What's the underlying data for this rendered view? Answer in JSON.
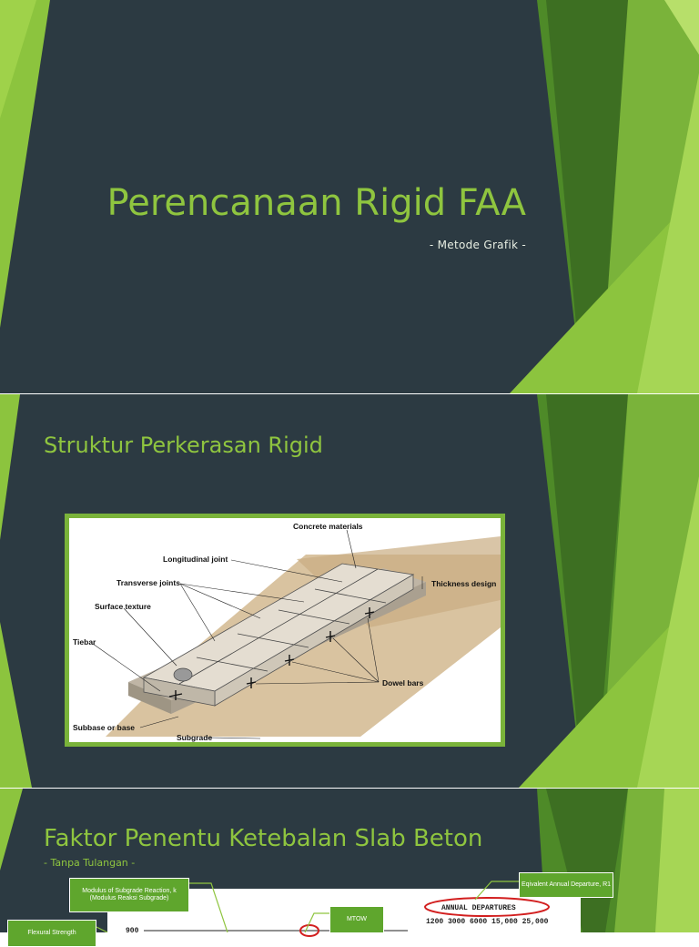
{
  "slides": [
    {
      "title": "Perencanaan Rigid FAA",
      "subtitle": "- Metode Grafik -"
    },
    {
      "title": "Struktur Perkerasan Rigid",
      "figure": {
        "labels": {
          "concrete": "Concrete materials",
          "longitudinal": "Longitudinal joint",
          "transverse": "Transverse joints",
          "thickness": "Thickness design",
          "surface": "Surface texture",
          "tiebar": "Tiebar",
          "dowel": "Dowel bars",
          "subbase": "Subbase or base",
          "subgrade": "Subgrade"
        }
      }
    },
    {
      "title": "Faktor Penentu Ketebalan Slab Beton",
      "subtitle": "- Tanpa Tulangan -",
      "boxes": {
        "modulus": "Modulus of Subgrade Reaction, k (Modulus Reaksi Subgrade)",
        "mtow": "MTOW",
        "equivalent": "Eqivalent Annual Departure, R1",
        "flexural": "Flexural Strength"
      },
      "scan": {
        "annual": "ANNUAL DEPARTURES",
        "numbers": "1200   3000   6000  15,000  25,000",
        "axis_value": "900"
      }
    }
  ],
  "colors": {
    "slide_bg": "#2c3a42",
    "accent": "#8fc53f",
    "box_green": "#5fa62d"
  }
}
